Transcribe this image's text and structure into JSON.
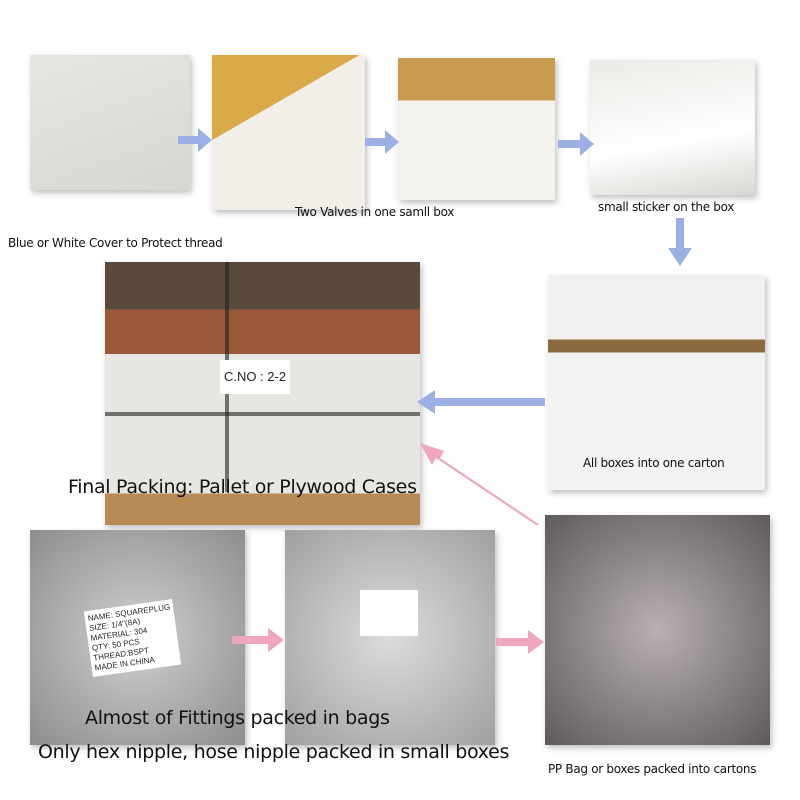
{
  "captions": {
    "protect_thread": "Blue or White Cover to Protect thread",
    "two_valves": "Two Valves in one samll box",
    "sticker": "small sticker on the box",
    "all_boxes": "All boxes into one carton",
    "final_packing": "Final Packing: Pallet or Plywood Cases",
    "fittings_bags": "Almost of Fittings packed in bags",
    "hex_nipple": "Only hex nipple, hose nipple packed in small boxes",
    "pp_bag": "PP Bag or boxes packed into cartons"
  },
  "pallet_label": "C.NO : 2-2",
  "bag_sticker": [
    "NAME: SQUAREPLUG",
    "SIZE: 1/4\"(8A)",
    "MATERIAL: 304",
    "QTY:  50  PCS",
    "THREAD:BSPT",
    "MADE IN CHINA"
  ],
  "colors": {
    "blue_arrow": "#9db0e6",
    "pink_arrow": "#f0a6bd"
  }
}
